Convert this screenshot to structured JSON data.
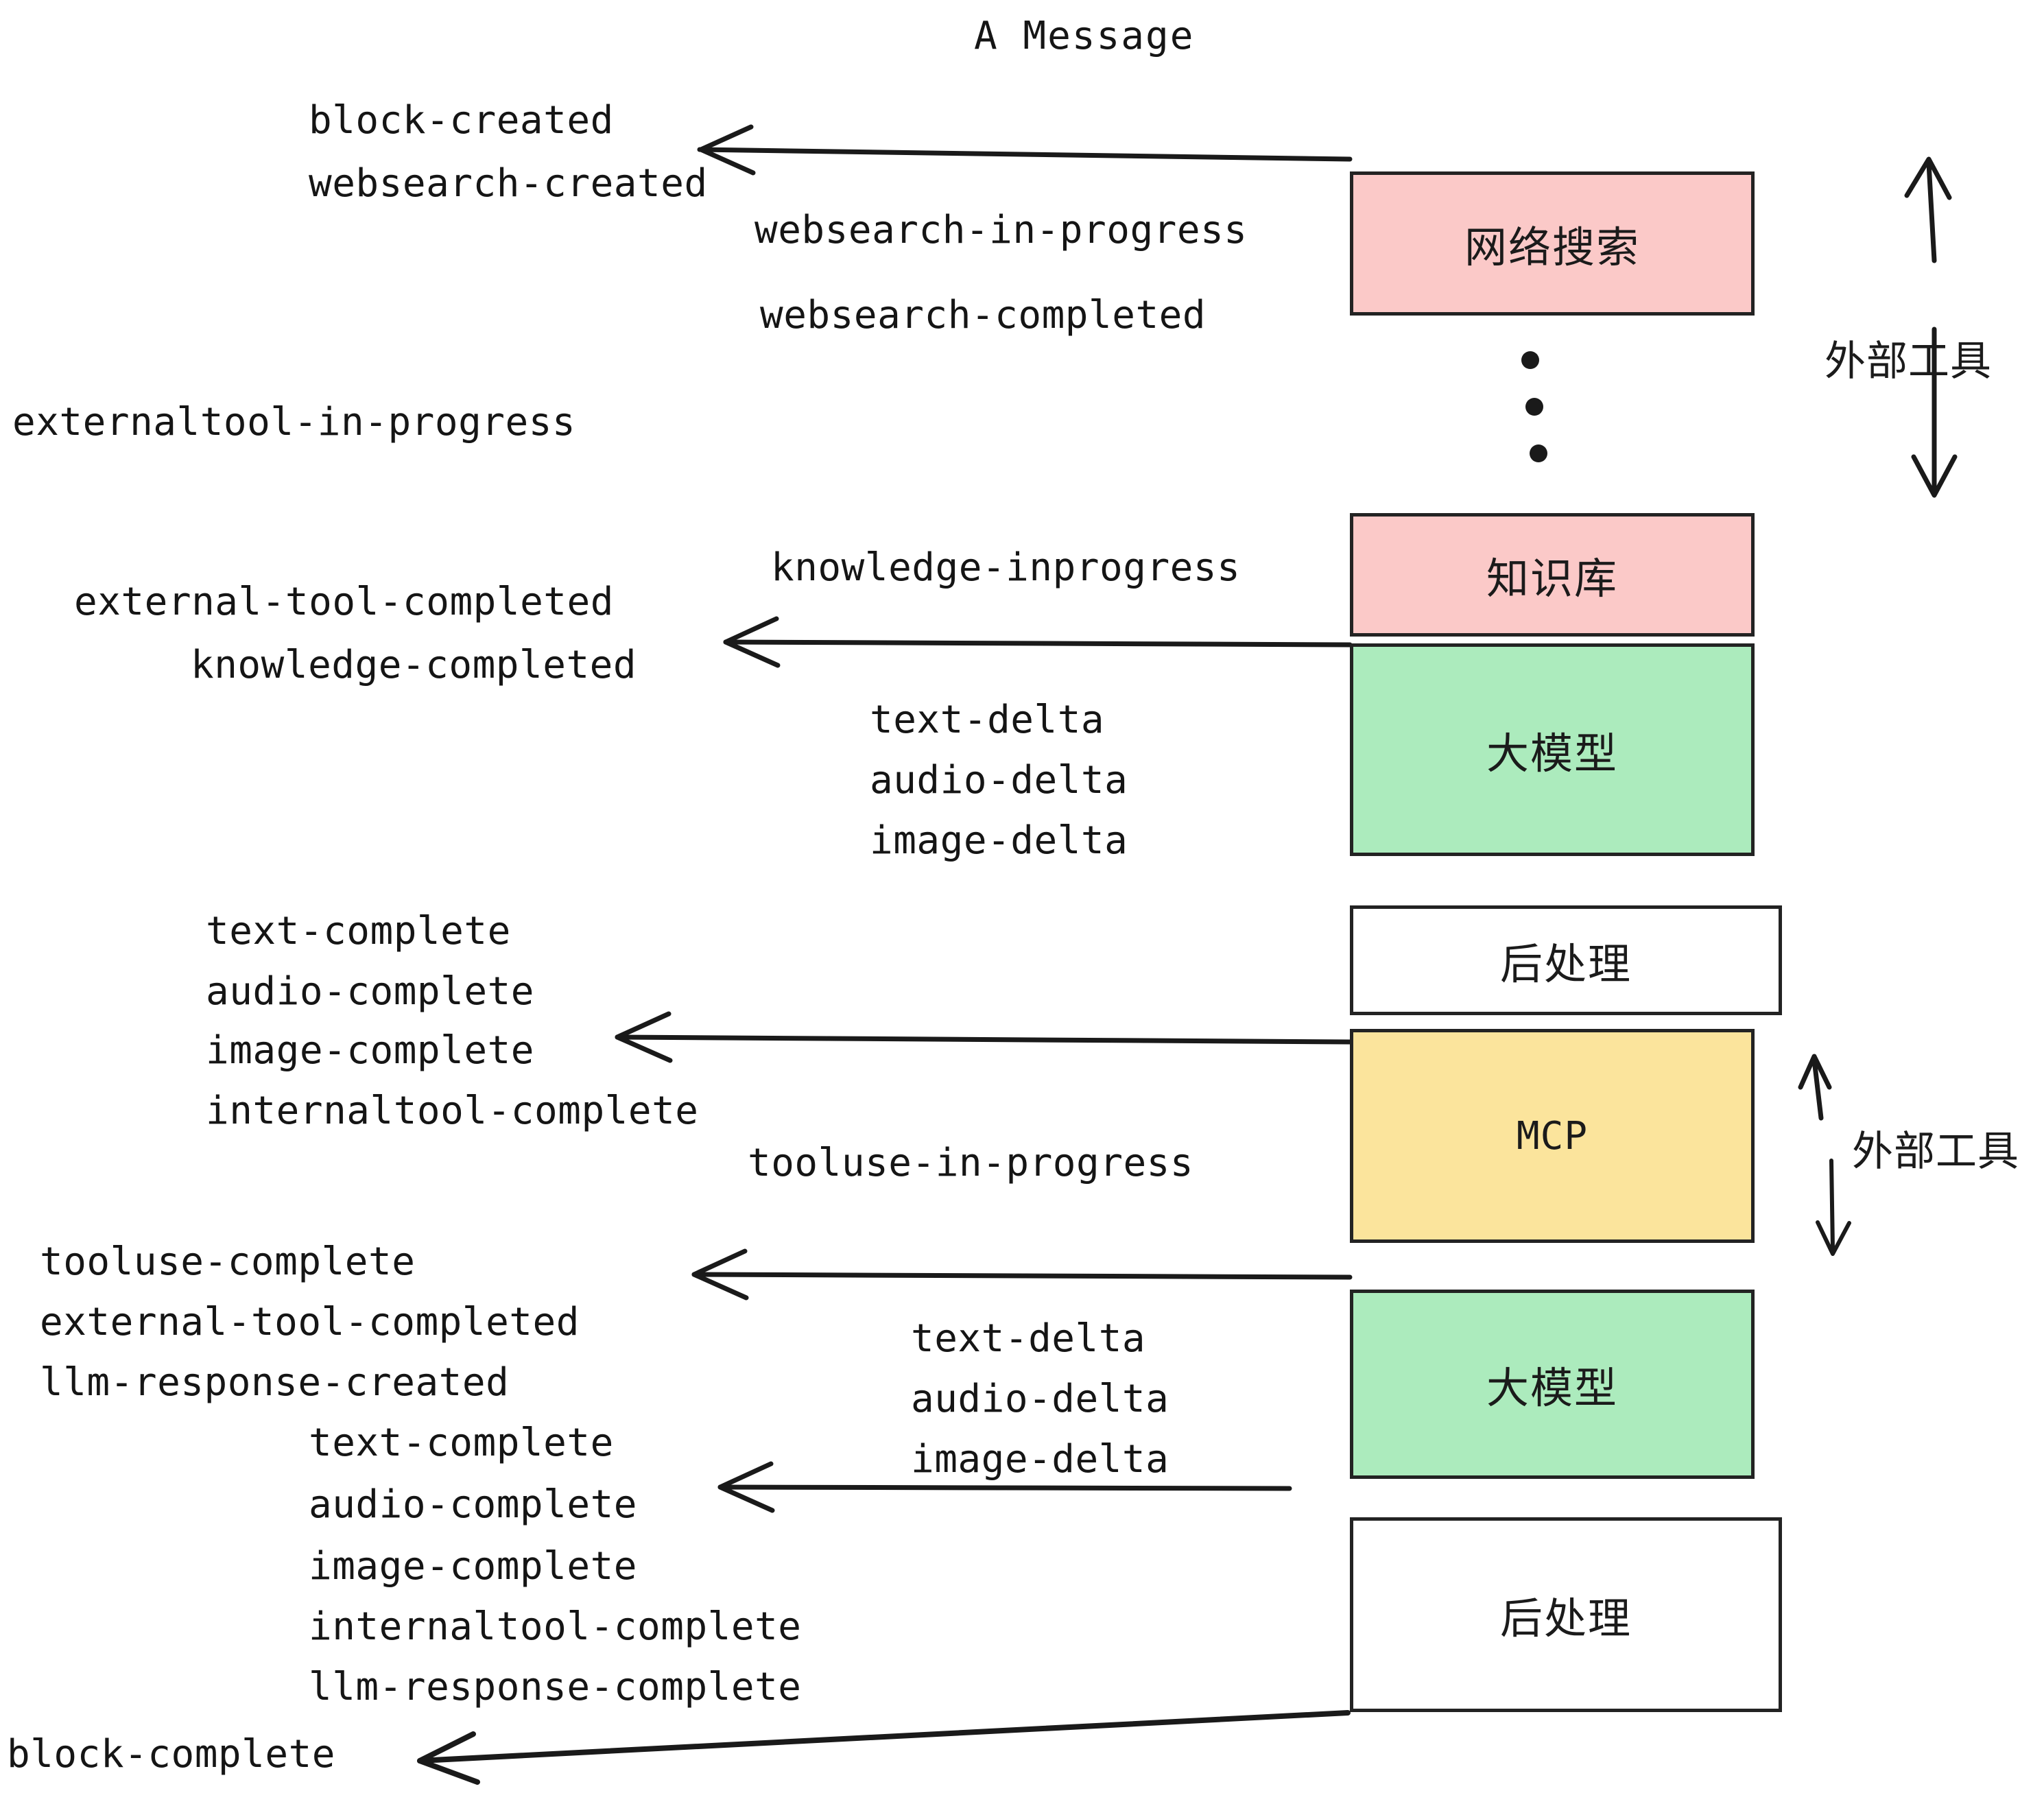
{
  "diagram": {
    "title": "A Message",
    "colors": {
      "pink": "#FBC9C8",
      "green": "#ACEBBD",
      "yellow": "#FBE49C",
      "white": "#FFFFFF",
      "stroke": "#232323",
      "text": "#151515",
      "background": "#FFFFFF"
    },
    "boxes": [
      {
        "id": "websearch",
        "label": "网络搜索",
        "fill": "pink",
        "script": "han"
      },
      {
        "id": "knowledge",
        "label": "知识库",
        "fill": "pink",
        "script": "han"
      },
      {
        "id": "llm-1",
        "label": "大模型",
        "fill": "green",
        "script": "han"
      },
      {
        "id": "postprocess-1",
        "label": "后处理",
        "fill": "white",
        "script": "han"
      },
      {
        "id": "mcp",
        "label": "MCP",
        "fill": "yellow",
        "script": "latin"
      },
      {
        "id": "llm-2",
        "label": "大模型",
        "fill": "green",
        "script": "han"
      },
      {
        "id": "postprocess-2",
        "label": "后处理",
        "fill": "white",
        "script": "han"
      }
    ],
    "side_labels": [
      {
        "id": "external-tools-top",
        "text": "外部工具"
      },
      {
        "id": "external-tools-bottom",
        "text": "外部工具"
      }
    ],
    "events": {
      "block_created": "block-created",
      "websearch_created": "websearch-created",
      "websearch_in_progress": "websearch-in-progress",
      "websearch_completed": "websearch-completed",
      "externaltool_in_progress": "externaltool-in-progress",
      "knowledge_inprogress": "knowledge-inprogress",
      "external_tool_completed_1": "external-tool-completed",
      "knowledge_completed": "knowledge-completed",
      "text_delta_1": "text-delta",
      "audio_delta_1": "audio-delta",
      "image_delta_1": "image-delta",
      "text_complete_1": "text-complete",
      "audio_complete_1": "audio-complete",
      "image_complete_1": "image-complete",
      "internaltool_complete_1": "internaltool-complete",
      "tooluse_in_progress": "tooluse-in-progress",
      "tooluse_complete": "tooluse-complete",
      "external_tool_completed_2": "external-tool-completed",
      "llm_response_created": "llm-response-created",
      "text_delta_2": "text-delta",
      "audio_delta_2": "audio-delta",
      "image_delta_2": "image-delta",
      "text_complete_2": "text-complete",
      "audio_complete_2": "audio-complete",
      "image_complete_2": "image-complete",
      "internaltool_complete_2": "internaltool-complete",
      "llm_response_complete": "llm-response-complete",
      "block_complete": "block-complete"
    }
  }
}
